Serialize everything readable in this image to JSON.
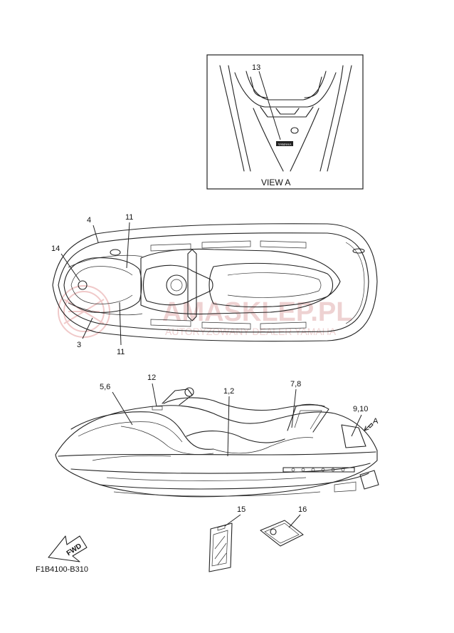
{
  "view_box": {
    "title": "VIEW A",
    "callout": "13",
    "badge_text": "YAMAHA"
  },
  "top_view_callouts": {
    "c4": "4",
    "c11_top": "11",
    "c14": "14",
    "c3": "3",
    "c11_bottom": "11"
  },
  "side_view_callouts": {
    "c56": "5,6",
    "c12": "12",
    "c12b": "1,2",
    "c78": "7,8",
    "c910": "9,10",
    "view_arrow": "A"
  },
  "parts_callouts": {
    "c15": "15",
    "c16": "16"
  },
  "fwd_label": "FWD",
  "diagram_code": "F1B4100-B310",
  "watermark": {
    "main": "AMASKLEP.PL",
    "sub": "AUTORYZOWANY DEALER YAMAHA"
  }
}
